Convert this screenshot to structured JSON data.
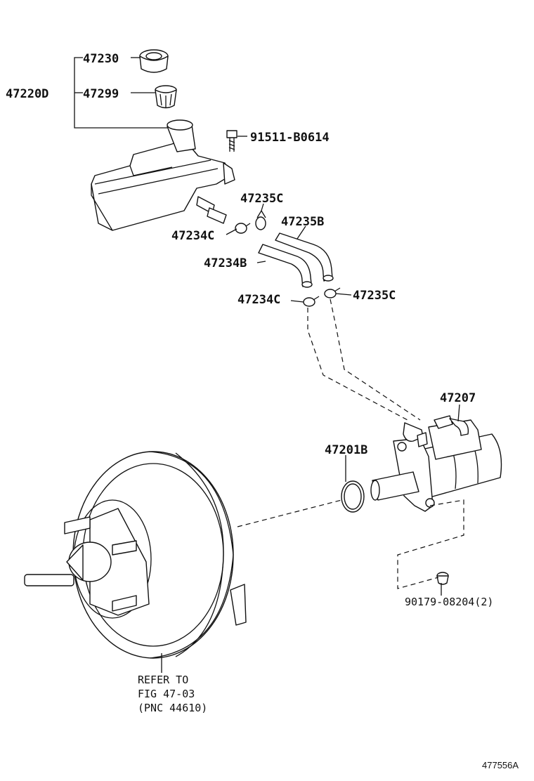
{
  "labels": {
    "l47230": "47230",
    "l47220d": "47220D",
    "l47299": "47299",
    "l91511": "91511-B0614",
    "l47235c_top": "47235C",
    "l47235b": "47235B",
    "l47234c_top": "47234C",
    "l47234b": "47234B",
    "l47234c_bottom": "47234C",
    "l47235c_bottom": "47235C",
    "l47207": "47207",
    "l47201b": "47201B",
    "l90179": "90179-08204(2)",
    "refer_line1": "REFER TO",
    "refer_line2": "FIG 47-03",
    "refer_line3": "(PNC 44610)"
  },
  "figure_id": "477556A"
}
